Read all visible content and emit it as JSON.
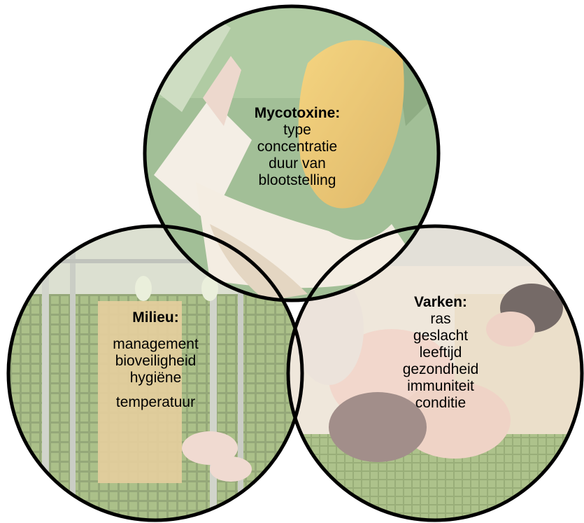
{
  "colors": {
    "outline": "#000000",
    "corn_kernels": "#e7b43a",
    "corn_leaves": "#6f9a5a",
    "barn_floor": "#6b8a3e",
    "sow_pen": "#d8b06a",
    "pigs": "#e9c7b8",
    "pig_dark": "#3a2a26"
  },
  "circles": [
    {
      "id": "mycotoxine",
      "image": "corn-photo",
      "title": "Mycotoxine:",
      "items": [
        "type",
        "concentratie",
        "duur van",
        "blootstelling"
      ]
    },
    {
      "id": "milieu",
      "image": "sow-pen-photo",
      "title": "Milieu:",
      "items": [
        "management",
        "bioveiligheid",
        "hygiëne",
        "temperatuur"
      ]
    },
    {
      "id": "varken",
      "image": "piglets-photo",
      "title": "Varken:",
      "items": [
        "ras",
        "geslacht",
        "leeftijd",
        "gezondheid",
        "immuniteit",
        "conditie"
      ]
    }
  ]
}
